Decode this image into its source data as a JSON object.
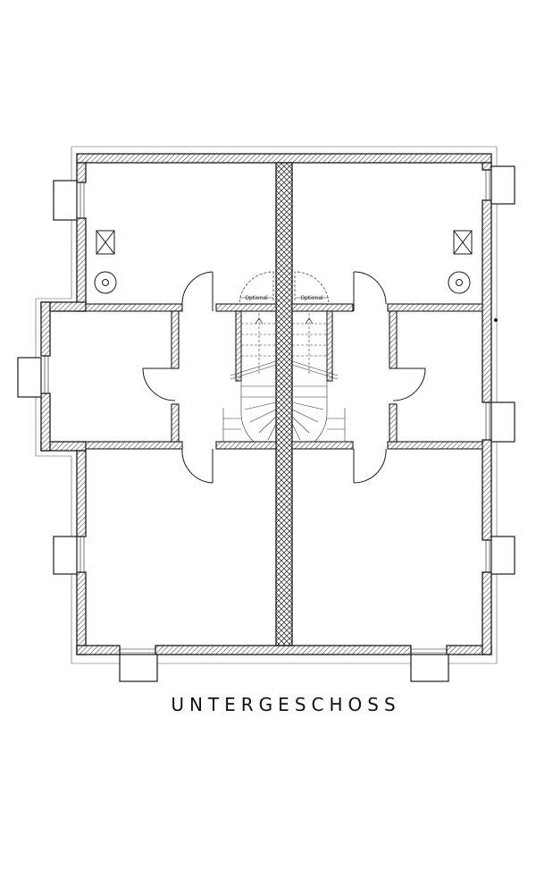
{
  "floor": {
    "title": "UNTERGESCHOSS"
  },
  "stair": {
    "left_optional": "Optional",
    "right_optional": "Optional"
  },
  "colors": {
    "line": "#1a1a1a",
    "hatch": "#1a1a1a",
    "background": "#ffffff"
  }
}
